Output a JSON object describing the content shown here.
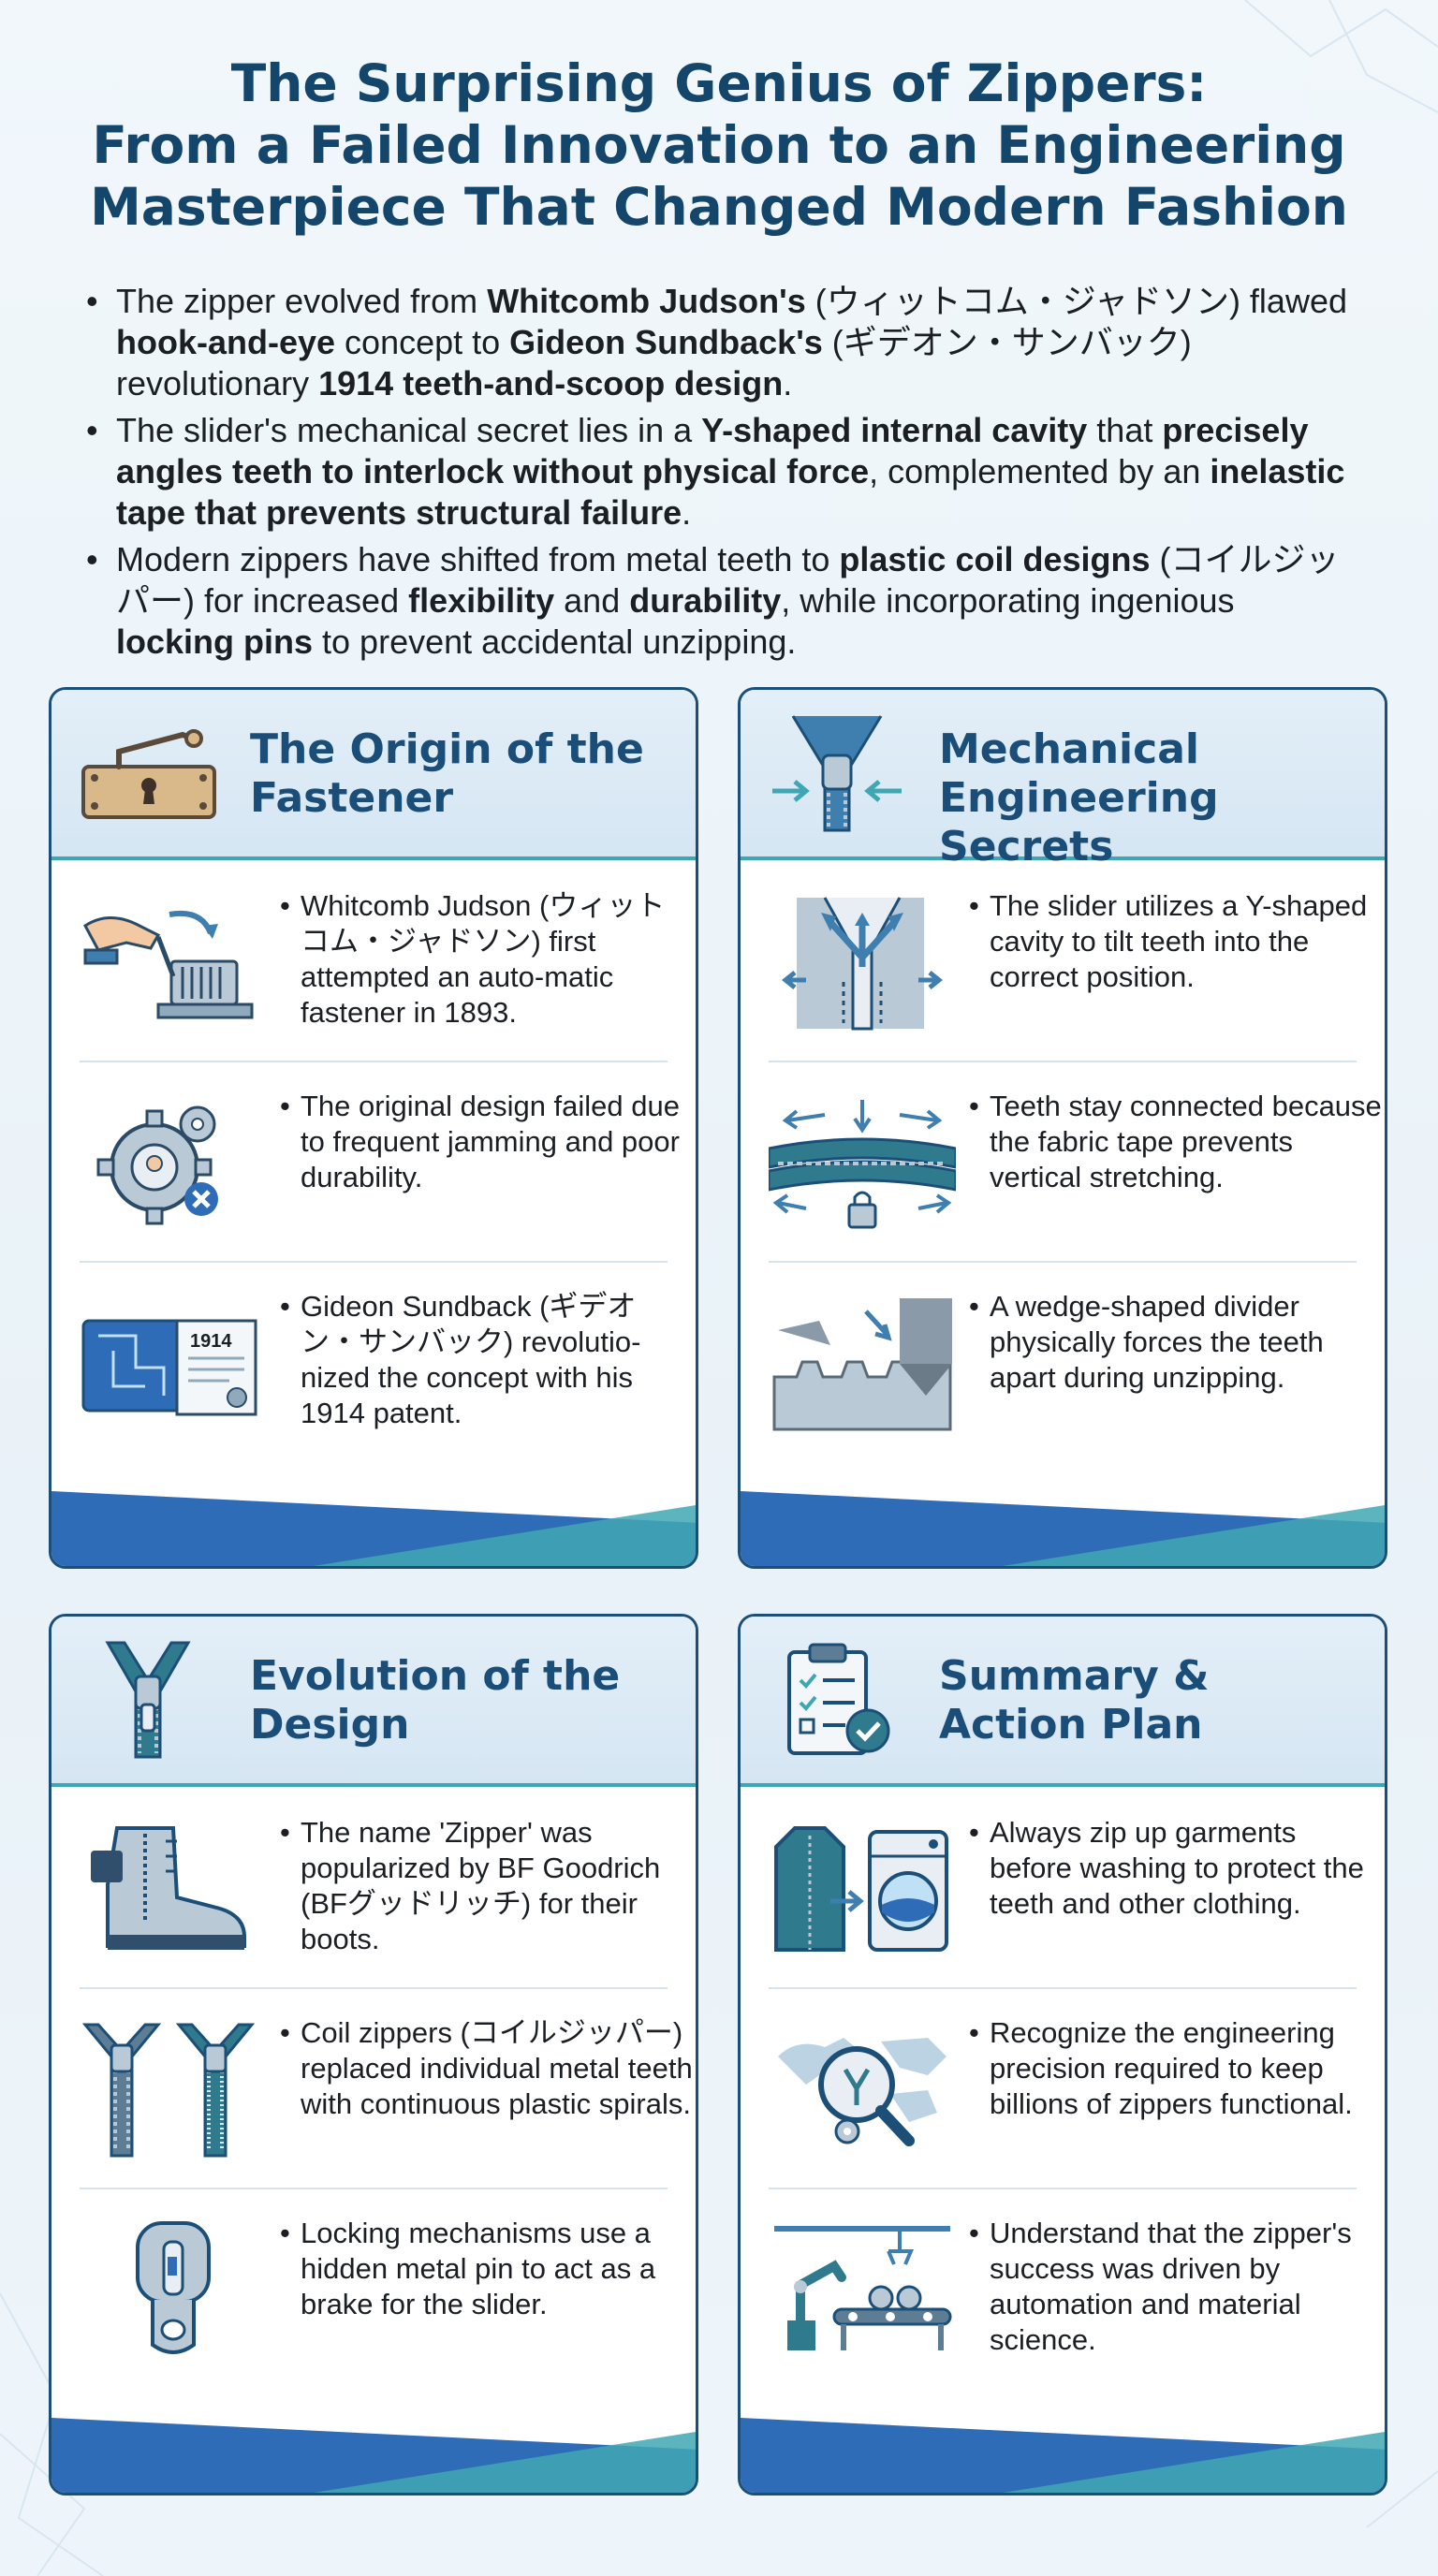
{
  "title": {
    "line1": "The Surprising Genius of Zippers:",
    "line2": "From a Failed Innovation to an Engineering",
    "line3": "Masterpiece That Changed Modern Fashion"
  },
  "bullets": [
    {
      "p1": "The zipper evolved from ",
      "b1": "Whitcomb Judson's",
      "p2": " (ウィットコム・ジャドソン) flawed ",
      "b2": "hook-and-eye",
      "p3": " concept to ",
      "b3": "Gideon Sundback's",
      "p4": " (ギデオン・サンバック) revolutionary ",
      "b4": "1914 teeth-and-scoop design",
      "p5": "."
    },
    {
      "p1": "The slider's mechanical secret lies in a ",
      "b1": "Y-shaped internal cavity",
      "p2": " that ",
      "b2": "precisely angles teeth to interlock without physical force",
      "p3": ", complemented by an ",
      "b3": "inelastic tape that prevents structural failure",
      "p4": "."
    },
    {
      "p1": "Modern zippers have shifted from metal teeth to ",
      "b1": "plastic coil designs",
      "p2": " (コイルジッパー) for increased ",
      "b2": "flexibility",
      "p3": " and ",
      "b3": "durability",
      "p4": ", while incorporating ingenious ",
      "b4": "locking pins",
      "p5": " to prevent accidental unzipping."
    }
  ],
  "cards": [
    {
      "heading": "The Origin of the Fastener",
      "header_icon": "antique-lock-icon",
      "items": [
        {
          "icon": "hand-crank-machine-icon",
          "text": "Whitcomb Judson (ウィットコム・ジャドソン) first attempted an auto-matic fastener in 1893."
        },
        {
          "icon": "gear-failure-icon",
          "text": "The original design failed due to frequent jamming and poor durability."
        },
        {
          "icon": "blueprint-patent-icon",
          "label": "1914",
          "text": "Gideon Sundback (ギデオン・サンバック) revolutio-nized the concept with his 1914 patent."
        }
      ]
    },
    {
      "heading": "Mechanical Engineering Secrets",
      "header_icon": "zipper-slider-icon",
      "items": [
        {
          "icon": "y-cavity-icon",
          "text": "The slider utilizes a Y-shaped cavity to tilt teeth into the correct position."
        },
        {
          "icon": "tape-lock-icon",
          "text": "Teeth stay connected because the fabric tape prevents vertical stretching."
        },
        {
          "icon": "wedge-divider-icon",
          "text": "A wedge-shaped divider physically forces the teeth apart during unzipping."
        }
      ]
    },
    {
      "heading": "Evolution of the Design",
      "header_icon": "zipper-icon",
      "items": [
        {
          "icon": "boot-icon",
          "text": "The name 'Zipper' was popularized by BF Goodrich (BFグッドリッチ) for their boots."
        },
        {
          "icon": "coil-zipper-icon",
          "text": "Coil zippers (コイルジッパー) replaced individual metal teeth with continuous plastic spirals."
        },
        {
          "icon": "locking-slider-icon",
          "text": "Locking mechanisms use a hidden metal pin to act as a brake for the slider."
        }
      ]
    },
    {
      "heading": "Summary & Action Plan",
      "header_icon": "checklist-clipboard-icon",
      "items": [
        {
          "icon": "jacket-washer-icon",
          "text": "Always zip up garments before washing to protect the teeth and other clothing."
        },
        {
          "icon": "globe-magnifier-icon",
          "text": "Recognize the engineering precision required to keep billions of zippers functional."
        },
        {
          "icon": "factory-robot-icon",
          "text": "Understand that the zipper's success was driven by automation and material science."
        }
      ]
    }
  ],
  "colors": {
    "title": "#14466b",
    "card_border": "#1c4f77",
    "accent_teal": "#3fa7b3",
    "accent_blue": "#2f6cb8",
    "icon_blue": "#3f7fb0",
    "icon_gray": "#b9c9d6"
  }
}
